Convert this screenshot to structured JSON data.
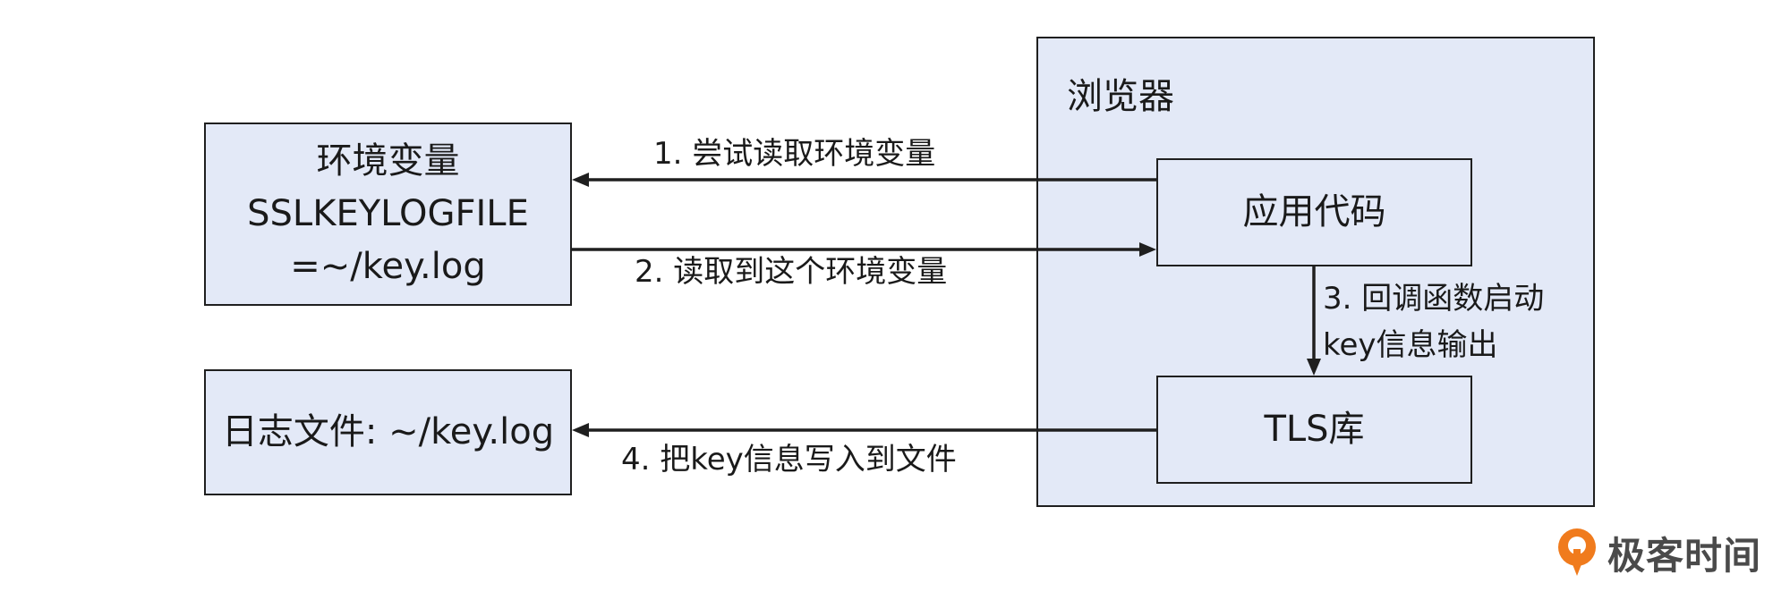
{
  "env_box": {
    "lines": [
      "环境变量",
      "SSLKEYLOGFILE",
      "=~/key.log"
    ]
  },
  "log_box": {
    "label": "日志文件: ~/key.log"
  },
  "browser": {
    "title": "浏览器",
    "app_code": "应用代码",
    "tls_lib": "TLS库"
  },
  "arrows": {
    "step1": "1. 尝试读取环境变量",
    "step2": "2. 读取到这个环境变量",
    "step3_line1": "3. 回调函数启动",
    "step3_line2": "key信息输出",
    "step4": "4. 把key信息写入到文件"
  },
  "logo": {
    "text": "极客时间",
    "brand_color": "#f07b1d"
  },
  "colors": {
    "box_fill": "#e3e9f7",
    "stroke": "#1f1f1f"
  }
}
